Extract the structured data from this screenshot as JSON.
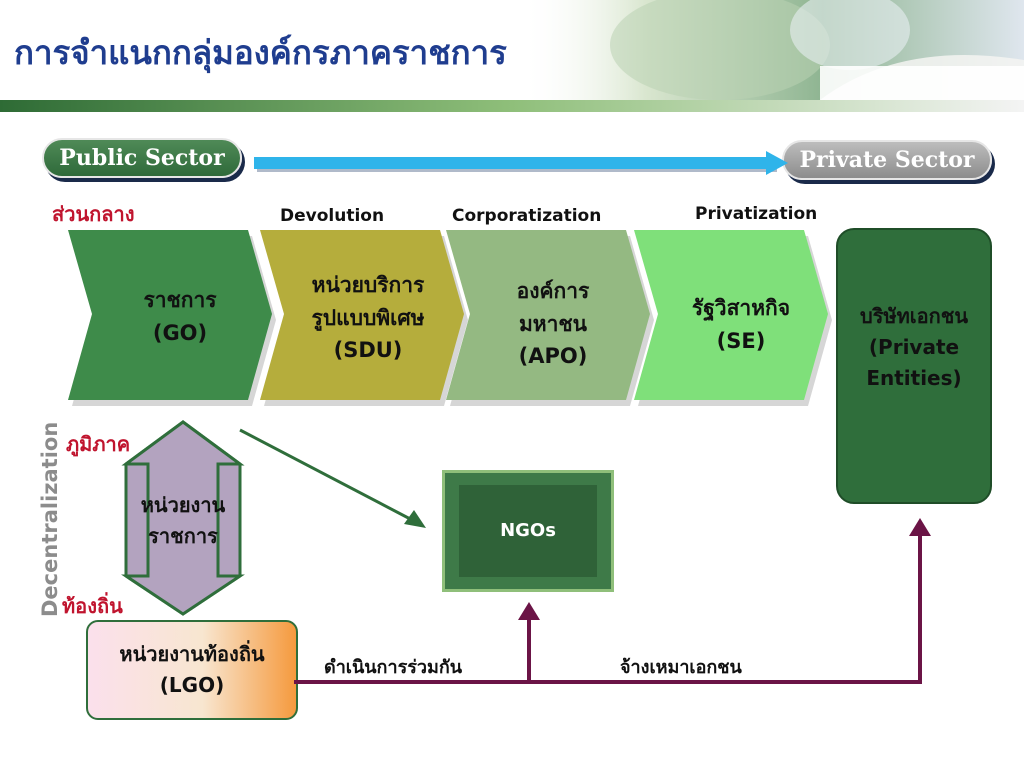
{
  "page": {
    "title": "การจำแนกกลุ่มองค์กรภาคราชการ"
  },
  "sectors": {
    "public": "Public Sector",
    "private": "Private Sector"
  },
  "levels": {
    "central": "ส่วนกลาง",
    "regional": "ภูมิภาค",
    "local": "ท้องถิ่น",
    "decentralization": "Decentralization"
  },
  "processes": {
    "devolution": "Devolution",
    "corporatization": "Corporatization",
    "privatization": "Privatization"
  },
  "chevrons": [
    {
      "line1": "ราชการ",
      "line2": "(GO)",
      "line3": "",
      "color": "#3e8b4a"
    },
    {
      "line1": "หน่วยบริการ",
      "line2": "รูปแบบพิเศษ",
      "line3": "(SDU)",
      "color": "#b5ad3c"
    },
    {
      "line1": "องค์การ",
      "line2": "มหาชน",
      "line3": "(APO)",
      "color": "#94b982"
    },
    {
      "line1": "รัฐวิสาหกิจ",
      "line2": "(SE)",
      "line3": "",
      "color": "#7fe07a"
    }
  ],
  "private_entities": {
    "line1": "บริษัทเอกชน",
    "line2": "(Private",
    "line3": "Entities)"
  },
  "regional_unit": {
    "line1": "หน่วยงาน",
    "line2": "ราชการ"
  },
  "ngos": "NGOs",
  "lgo": {
    "line1": "หน่วยงานท้องถิ่น",
    "line2": "(LGO)"
  },
  "relations": {
    "joint_operation": "ดำเนินการร่วมกัน",
    "outsourcing": "จ้างเหมาเอกชน"
  },
  "colors": {
    "title": "#1f3d8f",
    "accent_red": "#c0142e",
    "arrow_blue": "#2fb4ea",
    "connector": "#6b1446",
    "dark_green": "#2f6e3b"
  }
}
